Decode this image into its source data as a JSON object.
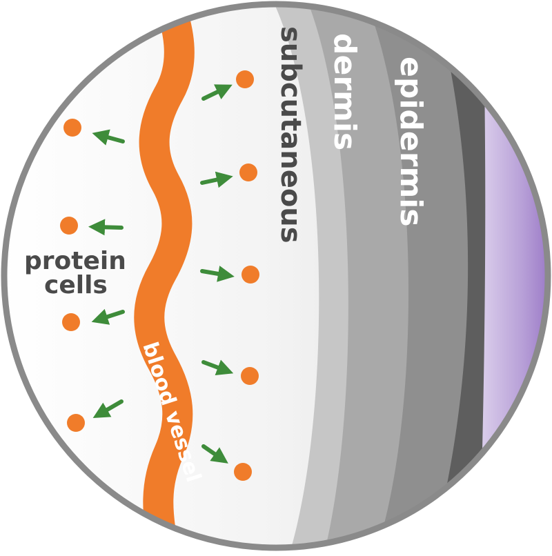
{
  "labels": {
    "subcutaneous": "subcutaneous",
    "dermis": "dermis",
    "epidermis": "epidermis",
    "protein_cells_line1": "protein",
    "protein_cells_line2": "cells",
    "blood_vessel": "blood vessel"
  },
  "colors": {
    "outline": "#8a8a8a",
    "background": "#f6f6f6",
    "subcutaneous_band": "#c8c8c8",
    "dermis_band": "#a4a4a4",
    "epidermis_band": "#8c8c8c",
    "dark_band": "#5d5d5d",
    "surface": "#b9a3d6",
    "vessel": "#f07c2a",
    "cell": "#f07c2a",
    "arrow": "#3e8c3a",
    "label_dark": "#4a4a4a",
    "label_light": "#ffffff"
  }
}
